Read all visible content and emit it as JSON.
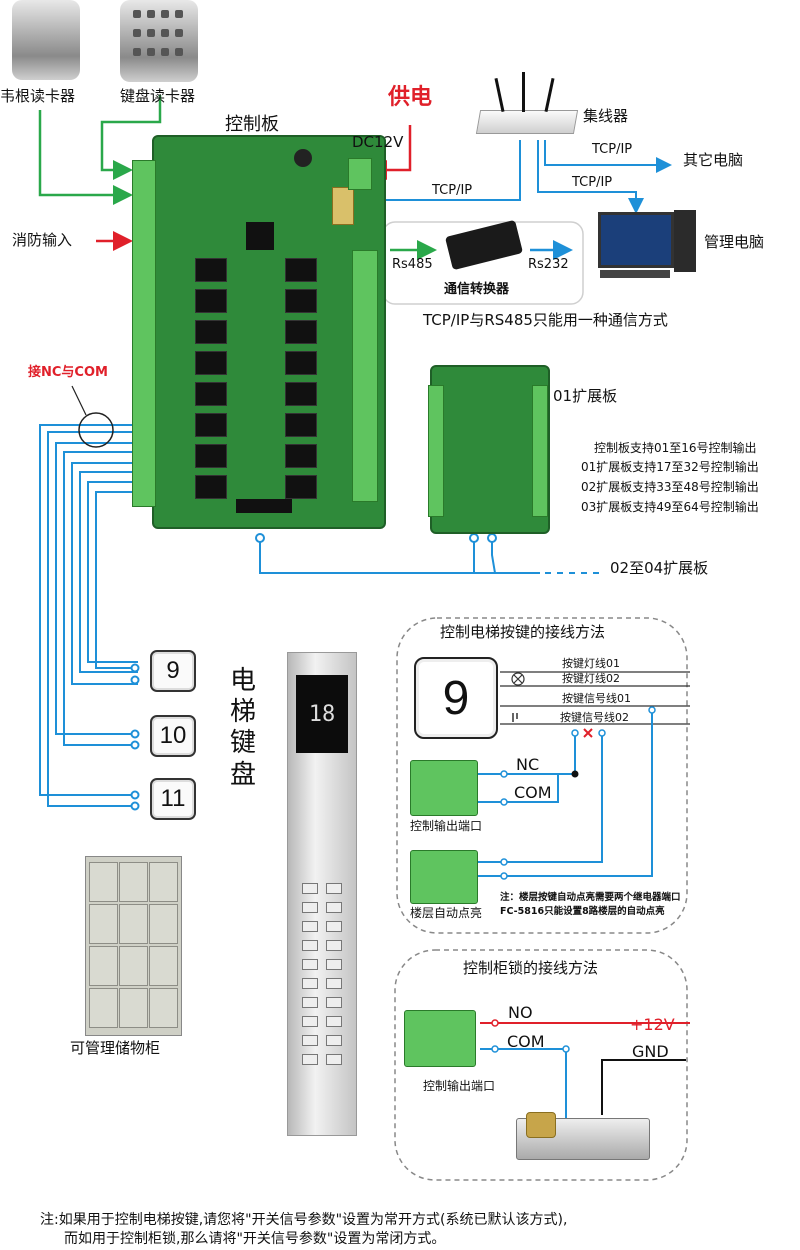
{
  "labels": {
    "wiegand_reader": "韦根读卡器",
    "keypad_reader": "键盘读卡器",
    "control_board": "控制板",
    "power_supply": "供电",
    "dc12v": "DC12V",
    "hub": "集线器",
    "tcpip_1": "TCP/IP",
    "tcpip_2": "TCP/IP",
    "tcpip_3": "TCP/IP",
    "other_pc": "其它电脑",
    "mgmt_pc": "管理电脑",
    "fire_input": "消防输入",
    "rs485": "Rs485",
    "rs232": "Rs232",
    "converter": "通信转换器",
    "tcp_note": "TCP/IP与RS485只能用一种通信方式",
    "nc_com": "接NC与COM",
    "ext01": "01扩展板",
    "support_lines": [
      "控制板支持01至16号控制输出",
      "01扩展板支持17至32号控制输出",
      "02扩展板支持33至48号控制输出",
      "03扩展板支持49至64号控制输出"
    ],
    "ext0204": "02至04扩展板",
    "elevator_panel": "电梯键盘",
    "elevator_display": "18",
    "storage_cabinet": "可管理储物柜"
  },
  "floor_buttons": [
    "9",
    "10",
    "11"
  ],
  "elevator_wiring": {
    "title": "控制电梯按键的接线方法",
    "button": "9",
    "lines": [
      "按键灯线01",
      "按键灯线02",
      "按键信号线01",
      "按键信号线02"
    ],
    "nc": "NC",
    "com": "COM",
    "control_port": "控制输出端口",
    "floor_auto": "楼层自动点亮",
    "note1": "注：楼层按键自动点亮需要两个继电器端口",
    "note2": "FC-5816只能设置8路楼层的自动点亮"
  },
  "cabinet_wiring": {
    "title": "控制柜锁的接线方法",
    "no": "NO",
    "plus12v": "+12V",
    "com": "COM",
    "gnd": "GND",
    "control_port": "控制输出端口"
  },
  "footer": {
    "line1": "注:如果用于控制电梯按键,请您将\"开关信号参数\"设置为常开方式(系统已默认该方式),",
    "line2": "而如用于控制柜锁,那么请将\"开关信号参数\"设置为常闭方式。"
  },
  "colors": {
    "green_arrow": "#2aa84a",
    "red_arrow": "#e0202a",
    "blue_wire": "#1e90d8",
    "board": "#2f8a3a",
    "terminal": "#5fc45f",
    "power_text": "#e0202a"
  }
}
